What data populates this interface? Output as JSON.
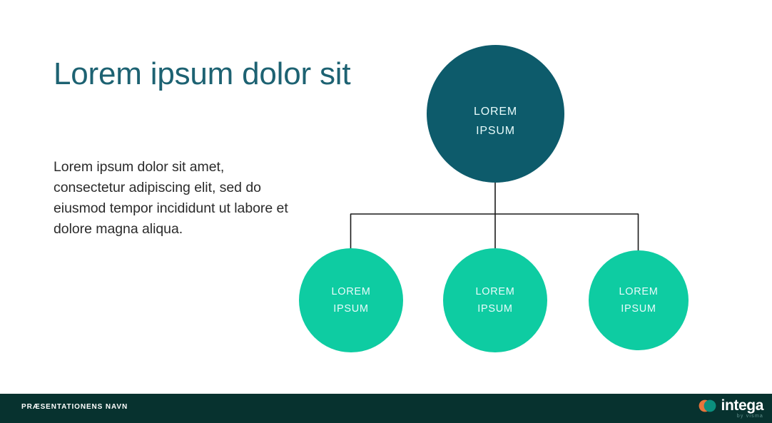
{
  "slide": {
    "title": "Lorem ipsum dolor sit",
    "body": "Lorem ipsum dolor sit amet, consectetur adipiscing elit, sed do eiusmod tempor incididunt ut labore et dolore magna aliqua."
  },
  "diagram": {
    "root": {
      "line1": "LOREM",
      "line2": "IPSUM",
      "color": "#0d5b6b"
    },
    "children": [
      {
        "line1": "LOREM",
        "line2": "IPSUM",
        "color": "#0ecca2"
      },
      {
        "line1": "LOREM",
        "line2": "IPSUM",
        "color": "#0ecca2"
      },
      {
        "line1": "LOREM",
        "line2": "IPSUM",
        "color": "#0ecca2"
      }
    ],
    "connector_color": "#1a1a1a"
  },
  "footer": {
    "title": "PRÆSENTATIONENS NAVN",
    "logo_text": "intega",
    "logo_sub": "by visma",
    "background": "#07322f",
    "logo_mark_orange": "#e8743b",
    "logo_mark_teal": "#0b8f7e"
  },
  "theme": {
    "title_color": "#1d6272",
    "body_color": "#2b2b2b",
    "canvas": "#ffffff"
  }
}
